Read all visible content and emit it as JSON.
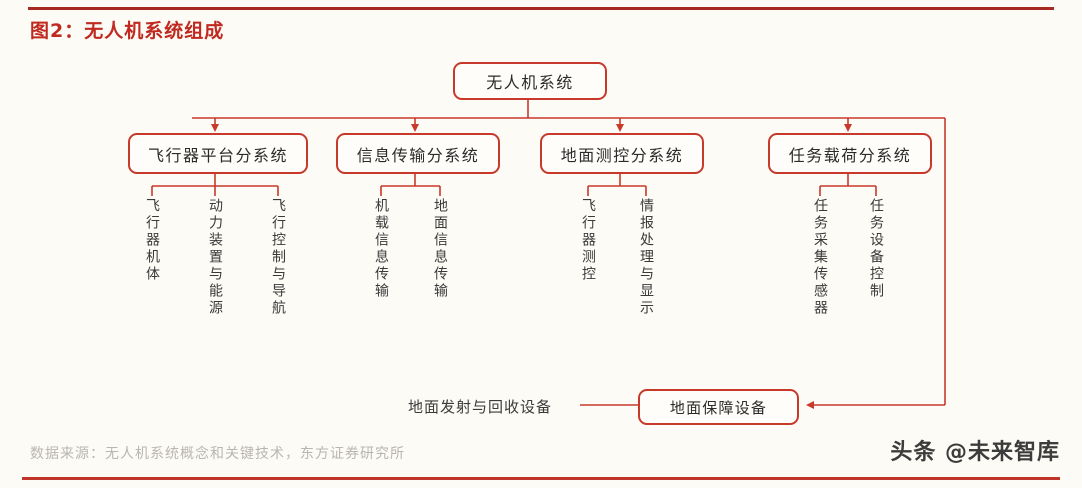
{
  "figure": {
    "title": "图2：无人机系统组成",
    "accent_color": "#c0291f",
    "line_color": "#c8392c",
    "text_color": "#2b2b2b"
  },
  "tree": {
    "root": {
      "label": "无人机系统"
    },
    "subsystems": [
      {
        "label": "飞行器平台分系统",
        "leaves": [
          "飞行器机体",
          "动力装置与能源",
          "飞行控制与导航"
        ]
      },
      {
        "label": "信息传输分系统",
        "leaves": [
          "机载信息传输",
          "地面信息传输"
        ]
      },
      {
        "label": "地面测控分系统",
        "leaves": [
          "飞行器测控",
          "情报处理与显示"
        ]
      },
      {
        "label": "任务载荷分系统",
        "leaves": [
          "任务采集传感器",
          "任务设备控制"
        ]
      }
    ],
    "support": {
      "boxed_label": "地面保障设备",
      "plain_label": "地面发射与回收设备"
    }
  },
  "footer": {
    "source": "数据来源：无人机系统概念和关键技术，东方证券研究所",
    "watermark": "头条 @未来智库",
    "cutoff_text": ""
  }
}
